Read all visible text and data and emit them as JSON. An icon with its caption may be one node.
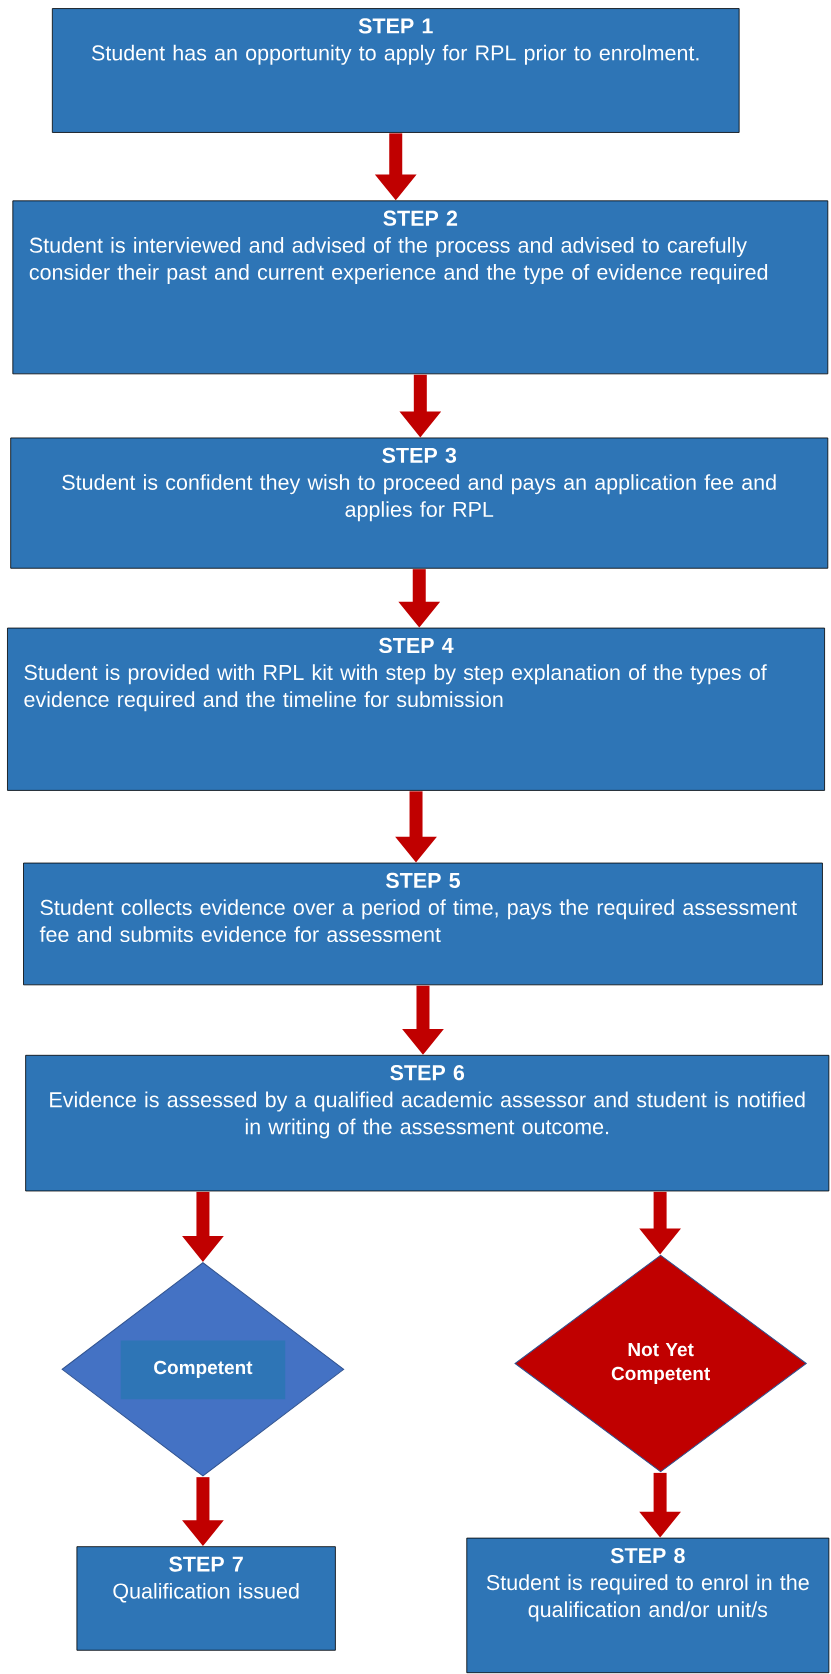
{
  "diagram": {
    "nodes": [
      {
        "text": [
          "STEP 1",
          "Student has an opportunity to apply for RPL prior to enrolment."
        ]
      },
      {
        "text": [
          "STEP 2",
          "Student is interviewed and advised of the process and advised to carefully consider their past and current experience and the type of evidence required"
        ]
      },
      {
        "text": [
          "STEP 3",
          "Student is confident they wish to proceed and pays an application fee and applies for RPL"
        ]
      },
      {
        "text": [
          "STEP 4",
          "Student is provided with RPL kit with step by step explanation of the types of evidence required and the timeline for submission"
        ]
      },
      {
        "text": [
          "STEP 5",
          "Student collects evidence over a period of time, pays the required assessment fee and submits evidence for assessment"
        ]
      },
      {
        "text": [
          "STEP 6",
          "Evidence is assessed by a qualified academic assessor and student is notified in writing of the assessment outcome."
        ]
      },
      {
        "text": [
          "Competent"
        ]
      },
      {
        "text": [
          "Not Yet Competent"
        ]
      },
      {
        "text": [
          "STEP 7",
          "Qualification issued"
        ]
      },
      {
        "text": [
          "STEP 8",
          "Student is required to enrol in the qualification and/or unit/s"
        ]
      }
    ],
    "edges": [
      {
        "from": 0,
        "to": 1,
        "arrow": "to"
      },
      {
        "from": 1,
        "to": 2,
        "arrow": "to"
      },
      {
        "from": 2,
        "to": 3,
        "arrow": "to"
      },
      {
        "from": 3,
        "to": 4,
        "arrow": "to"
      },
      {
        "from": 4,
        "to": 5,
        "arrow": "to"
      },
      {
        "from": 5,
        "to": 6,
        "arrow": "to"
      },
      {
        "from": 5,
        "to": 7,
        "arrow": "to"
      },
      {
        "from": 6,
        "to": 8,
        "arrow": "to"
      },
      {
        "from": 7,
        "to": 9,
        "arrow": "to"
      }
    ]
  }
}
